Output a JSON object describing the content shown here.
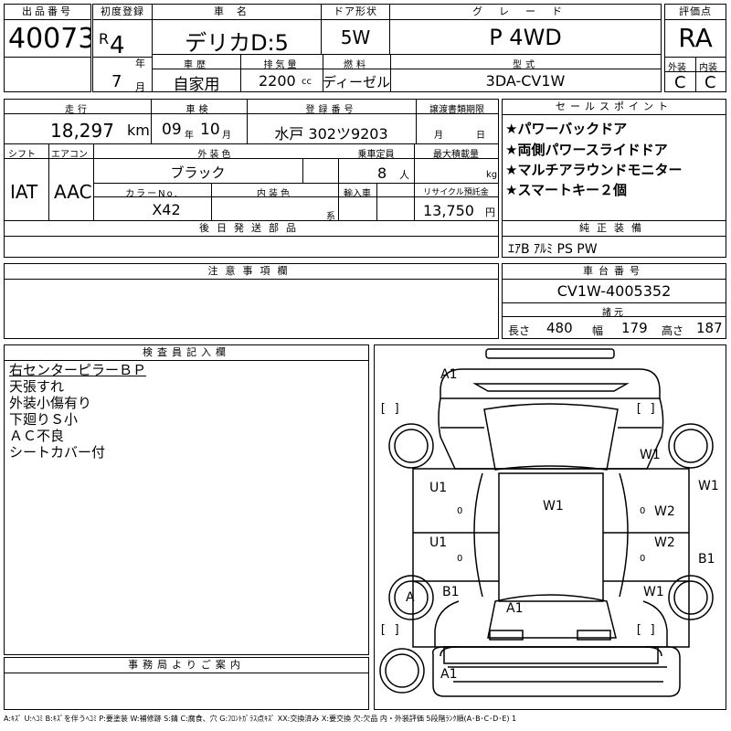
{
  "lot": {
    "label": "出品番号",
    "value": "40073"
  },
  "reg": {
    "label": "初度登録",
    "era": "R",
    "year": "4",
    "year_unit": "年",
    "month": "7",
    "month_unit": "月"
  },
  "car_name": {
    "label": "車名",
    "value": "デリカD:5"
  },
  "door": {
    "label": "ドア形状",
    "value": "5W"
  },
  "grade": {
    "label": "グレード",
    "value": "P 4WD"
  },
  "score": {
    "label": "評価点",
    "value": "RA"
  },
  "history": {
    "label": "車歴",
    "value": "自家用"
  },
  "displacement": {
    "label": "排気量",
    "value": "2200",
    "unit": "cc"
  },
  "fuel": {
    "label": "燃料",
    "value": "ディーゼル"
  },
  "model": {
    "label": "型式",
    "value": "3DA-CV1W"
  },
  "exterior_score": {
    "label": "外装",
    "value": "C"
  },
  "interior_score": {
    "label": "内装",
    "value": "C"
  },
  "mileage": {
    "label": "走行",
    "value": "18,297",
    "unit": "km"
  },
  "inspection": {
    "label": "車検",
    "year": "09",
    "year_unit": "年",
    "month": "10",
    "month_unit": "月"
  },
  "plate": {
    "label": "登録番号",
    "value": "水戸 302ツ9203"
  },
  "transfer": {
    "label": "譲渡書類期限",
    "month_unit": "月",
    "day_unit": "日"
  },
  "shift": {
    "label": "シフト",
    "value": "IAT"
  },
  "aircon": {
    "label": "エアコン",
    "value": "AAC"
  },
  "ext_color": {
    "label": "外装色",
    "value": "ブラック"
  },
  "capacity": {
    "label": "乗車定員",
    "value": "8",
    "unit": "人"
  },
  "max_load": {
    "label": "最大積載量",
    "unit": "kg"
  },
  "color_no": {
    "label": "カラーNo.",
    "value": "X42"
  },
  "int_color": {
    "label": "内装色",
    "unit": "系"
  },
  "import": {
    "label": "輸入車"
  },
  "recycle": {
    "label": "リサイクル預託金",
    "value": "13,750",
    "unit": "円"
  },
  "later_parts": {
    "label": "後日発送部品"
  },
  "cautions": {
    "label": "注意事項欄"
  },
  "sales_points": {
    "label": "セールスポイント",
    "items": [
      "★パワーバックドア",
      "★両側パワースライドドア",
      "★マルチアラウンドモニター",
      "★スマートキー２個"
    ]
  },
  "equipment": {
    "label": "純正装備",
    "value": "ｴｱB ｱﾙﾐ PS PW"
  },
  "chassis": {
    "label": "車台番号",
    "value": "CV1W-4005352"
  },
  "dimensions": {
    "label": "諸元",
    "length_label": "長さ",
    "length": "480",
    "width_label": "幅",
    "width": "179",
    "height_label": "高さ",
    "height": "187"
  },
  "inspector": {
    "label": "検査員記入欄",
    "notes": [
      "右センターピラーＢＰ",
      "天張すれ",
      "外装小傷有り",
      "下廻りＳ小",
      "ＡＣ不良",
      "シートカバー付"
    ]
  },
  "office": {
    "label": "事務局よりご案内"
  },
  "legend": "A:ｷｽﾞ U:ﾍｺﾐ B:ｷｽﾞを伴うﾍｺﾐ P:要塗装 W:補修跡 S:錆 C:腐食、穴 G:ﾌﾛﾝﾄｶﾞﾗｽ点ｷｽﾞ XX:交換済み X:要交換 欠:欠品 内・外装評価 5段階ﾗﾝｸ順(A･B･C･D･E) 1",
  "diagram": {
    "marks": [
      "A1",
      "W1",
      "W1",
      "U1",
      "U1",
      "W1",
      "W2",
      "W2",
      "B1",
      "B1",
      "A",
      "W1",
      "A1",
      "A1"
    ],
    "zeros": [
      "0",
      "0",
      "0",
      "0"
    ],
    "bracket": "[     ]"
  }
}
